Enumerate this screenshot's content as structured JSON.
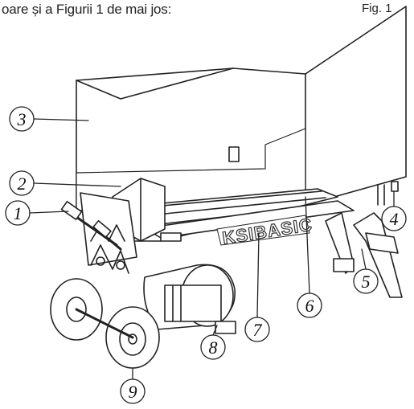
{
  "header": {
    "caption_text": "oare și a Figurii 1 de mai jos:",
    "figure_label": "Fig. 1"
  },
  "diagram": {
    "brand": "KSIBASIC",
    "callouts": [
      {
        "id": "1",
        "label": "1"
      },
      {
        "id": "2",
        "label": "2"
      },
      {
        "id": "3",
        "label": "3"
      },
      {
        "id": "4",
        "label": "4"
      },
      {
        "id": "5",
        "label": "5"
      },
      {
        "id": "6",
        "label": "6"
      },
      {
        "id": "7",
        "label": "7"
      },
      {
        "id": "8",
        "label": "8"
      },
      {
        "id": "9",
        "label": "9"
      }
    ]
  }
}
